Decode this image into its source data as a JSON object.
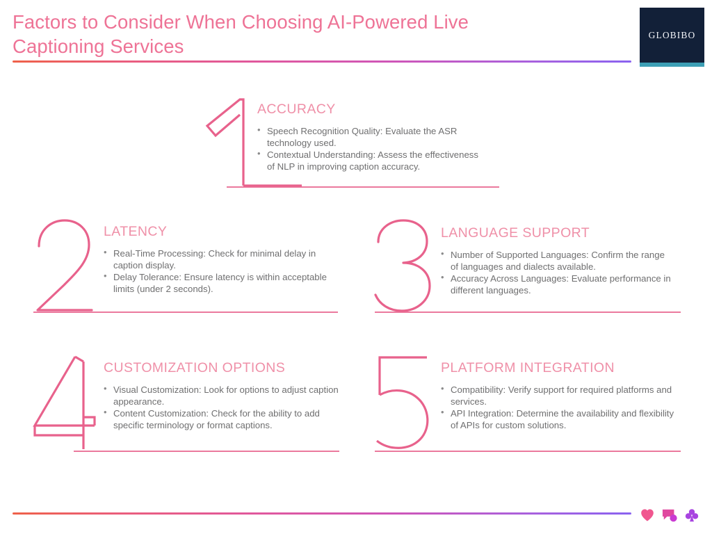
{
  "header": {
    "title": "Factors to Consider When Choosing AI-Powered Live\nCaptioning Services",
    "title_color": "#EE7396",
    "rule_gradient_from": "#EF6149",
    "rule_gradient_to": "#8A63F0"
  },
  "logo": {
    "name": "GLOBIBO",
    "background": "#122038",
    "strip_color": "#3d9fb5",
    "text_color": "#f2f4f8"
  },
  "sections": [
    {
      "number": "1",
      "heading": "ACCURACY",
      "bullets": [
        "Speech Recognition Quality: Evaluate the ASR technology used.",
        "Contextual Understanding: Assess the effectiveness of NLP in improving caption accuracy."
      ]
    },
    {
      "number": "2",
      "heading": "LATENCY",
      "bullets": [
        "Real-Time Processing: Check for minimal delay in caption display.",
        "Delay Tolerance: Ensure latency is within acceptable limits (under 2 seconds)."
      ]
    },
    {
      "number": "3",
      "heading": "LANGUAGE SUPPORT",
      "bullets": [
        "Number of Supported Languages: Confirm the range of languages and dialects available.",
        "Accuracy Across Languages: Evaluate performance in different languages."
      ]
    },
    {
      "number": "4",
      "heading": "CUSTOMIZATION OPTIONS",
      "bullets": [
        "Visual Customization: Look for options to adjust caption appearance.",
        "Content Customization: Check for the ability to add specific terminology or format captions."
      ]
    },
    {
      "number": "5",
      "heading": "PLATFORM INTEGRATION",
      "bullets": [
        "Compatibility: Verify support for required platforms and services.",
        "API Integration: Determine the availability and flexibility of APIs for custom solutions."
      ]
    }
  ],
  "theme": {
    "number_outline_color": "#E8628C",
    "heading_color": "#EF90A8",
    "body_text_color": "#6F6F70",
    "baseline_color": "#E8628C",
    "background": "#FFFFFF"
  },
  "footer": {
    "icons": [
      {
        "name": "heart-icon",
        "color": "#F0568F"
      },
      {
        "name": "chat-bubble-icon",
        "color": "#D93DC4"
      },
      {
        "name": "club-suit-icon",
        "color": "#A844E0"
      }
    ]
  }
}
